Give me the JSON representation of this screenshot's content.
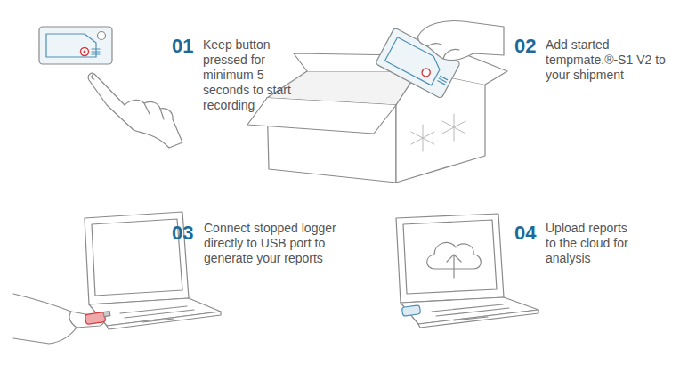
{
  "diagram": {
    "labels": [
      "01",
      "Keep button pressed for minimum 5 seconds to start recording",
      "02",
      "Add started tempmate.®-S1 V2 to your shipment",
      "03",
      "Connect stopped logger directly to USB port to generate your reports",
      "04",
      "Upload reports to the cloud for analysis"
    ]
  }
}
